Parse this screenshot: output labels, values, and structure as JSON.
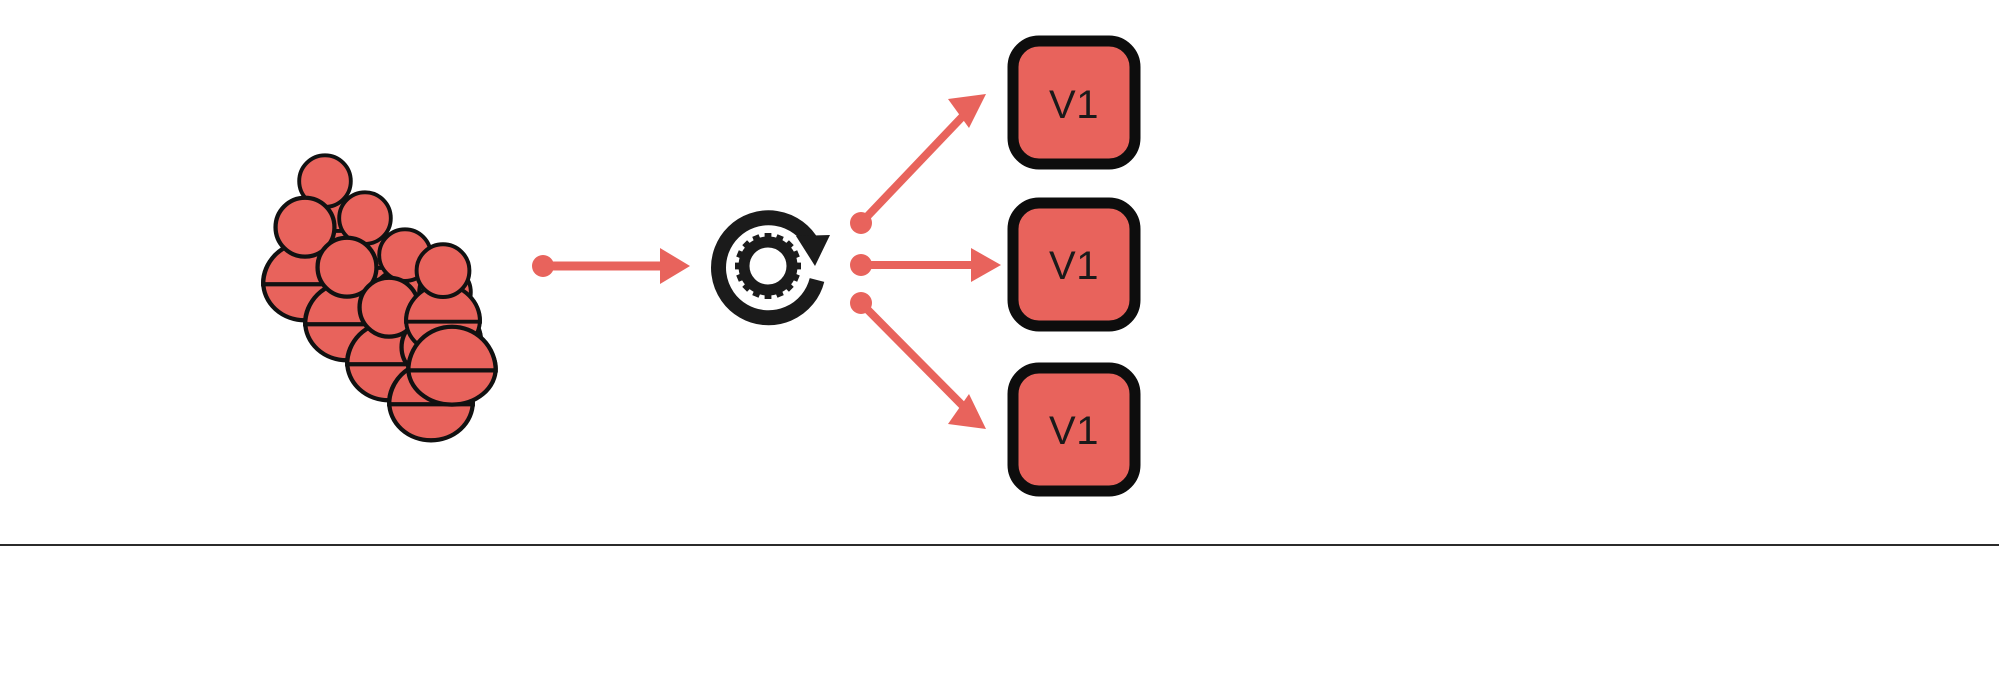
{
  "diagram": {
    "type": "flow-diagram",
    "title": "",
    "background_color": "#ffffff",
    "accent_color": "#e8635c",
    "outline_color": "#111111",
    "nodes": {
      "source": {
        "name": "crowd-of-people",
        "icon": "people-group-icon",
        "label": "",
        "person_count": 10,
        "fill": "#e8635c",
        "stroke": "#111111"
      },
      "processor": {
        "name": "gear-refresh",
        "icon": "gear-refresh-icon",
        "label": "",
        "fill": "#1b1b1b"
      },
      "outputs": [
        {
          "label": "V1",
          "fill": "#e8635c",
          "stroke": "#0d0d0d"
        },
        {
          "label": "V1",
          "fill": "#e8635c",
          "stroke": "#0d0d0d"
        },
        {
          "label": "V1",
          "fill": "#e8635c",
          "stroke": "#0d0d0d"
        }
      ]
    },
    "connectors": [
      {
        "name": "crowd-to-gear-arrow",
        "direction": "right",
        "color": "#e8635c",
        "label": ""
      },
      {
        "name": "gear-to-v1-top-arrow",
        "direction": "up-right",
        "color": "#e8635c",
        "label": ""
      },
      {
        "name": "gear-to-v1-middle-arrow",
        "direction": "right",
        "color": "#e8635c",
        "label": ""
      },
      {
        "name": "gear-to-v1-bottom-arrow",
        "direction": "down-right",
        "color": "#e8635c",
        "label": ""
      }
    ],
    "footer_rule": {
      "name": "bottom-divider",
      "color": "#2b2b2b"
    }
  }
}
